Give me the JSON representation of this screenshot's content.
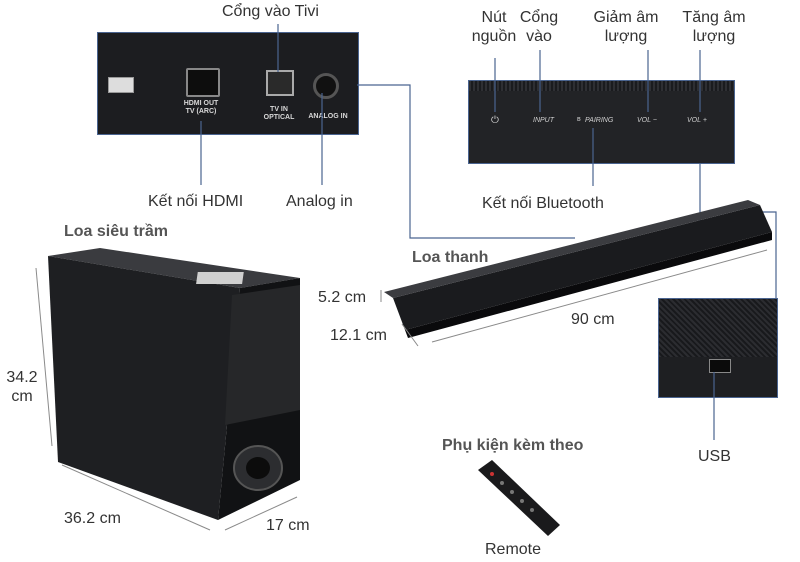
{
  "callouts": {
    "tv_input": "Cổng vào Tivi",
    "hdmi": "Kết nối HDMI",
    "analog": "Analog in",
    "power": "Nút nguồn",
    "input": "Cổng vào",
    "vol_down": "Giảm âm lượng",
    "vol_up": "Tăng âm lượng",
    "bluetooth": "Kết nối Bluetooth",
    "usb": "USB"
  },
  "subwoofer": {
    "title": "Loa siêu trầm",
    "height": "34.2 cm",
    "width": "36.2 cm",
    "depth": "17 cm"
  },
  "soundbar": {
    "title": "Loa thanh",
    "height": "5.2 cm",
    "depth": "12.1 cm",
    "length": "90 cm"
  },
  "accessories": {
    "title": "Phụ kiện kèm theo",
    "remote": "Remote"
  },
  "rear_panel": {
    "hdmi_label": "HDMI OUT TV (ARC)",
    "optical_label": "TV IN OPTICAL",
    "analog_label": "ANALOG IN"
  },
  "top_panel": {
    "input": "INPUT",
    "pairing": "PAIRING",
    "vol_minus": "VOL −",
    "vol_plus": "VOL +"
  }
}
